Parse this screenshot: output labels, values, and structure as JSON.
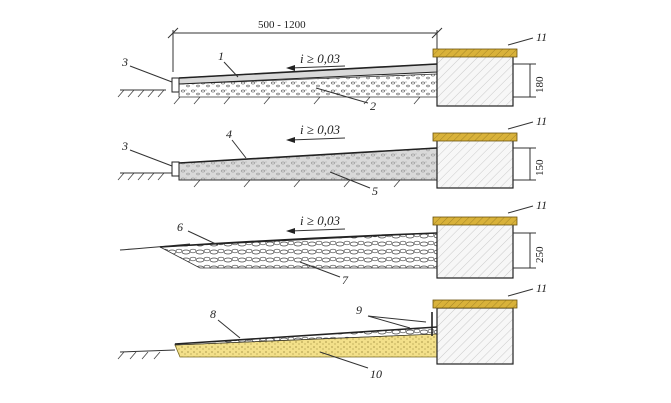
{
  "top_dimension": "500 - 1200",
  "slope_label": "i ≥ 0,03",
  "colors": {
    "line": "#333333",
    "concrete": "#d9d9d9",
    "sand": "#f3e08a",
    "cap": "#d9b23a",
    "wall": "#f7f7f7"
  },
  "panels": [
    {
      "id": "panel-1",
      "left_label": "3",
      "top_label": "1",
      "bottom_label": "2",
      "right_label": "11",
      "height_dim": "180"
    },
    {
      "id": "panel-2",
      "left_label": "3",
      "top_label": "4",
      "bottom_label": "5",
      "right_label": "11",
      "height_dim": "150"
    },
    {
      "id": "panel-3",
      "top_label": "6",
      "bottom_label": "7",
      "right_label": "11",
      "height_dim": "250"
    },
    {
      "id": "panel-4",
      "top_label": "8",
      "bottom_label": "10",
      "right_label": "11",
      "side_label": "9"
    }
  ]
}
